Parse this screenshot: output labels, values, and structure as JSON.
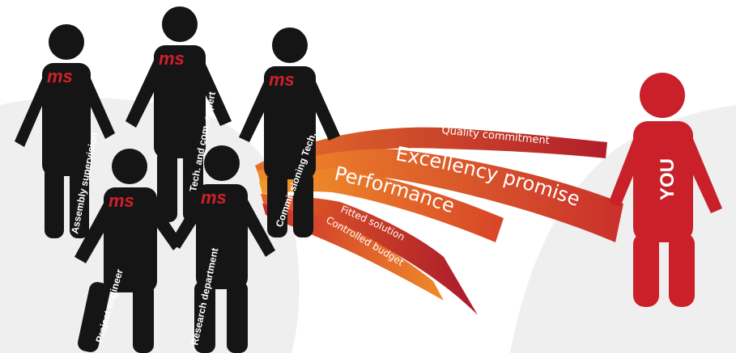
{
  "team": [
    {
      "label": "Assembly supervision",
      "logo": "ms"
    },
    {
      "label": "Tech. and com. expert",
      "logo": "ms"
    },
    {
      "label": "Commissioning Tech.",
      "logo": "ms"
    },
    {
      "label": "Project engineer",
      "logo": "ms"
    },
    {
      "label": "Research department",
      "logo": "ms"
    }
  ],
  "ribbons": [
    {
      "label": "Quality commitment",
      "color": "#c7262e"
    },
    {
      "label": "Excellency promise",
      "color": "#d43a2b"
    },
    {
      "label": "Performance",
      "color": "#e0492a"
    },
    {
      "label": "Fitted solution",
      "color": "#c8332b"
    },
    {
      "label": "Controlled budget",
      "color": "#e96a25"
    }
  ],
  "client": {
    "label": "YOU",
    "color": "#c9202a"
  },
  "colors": {
    "team": "#151515",
    "accent": "#d0202a",
    "background_shape": "#efefef"
  }
}
